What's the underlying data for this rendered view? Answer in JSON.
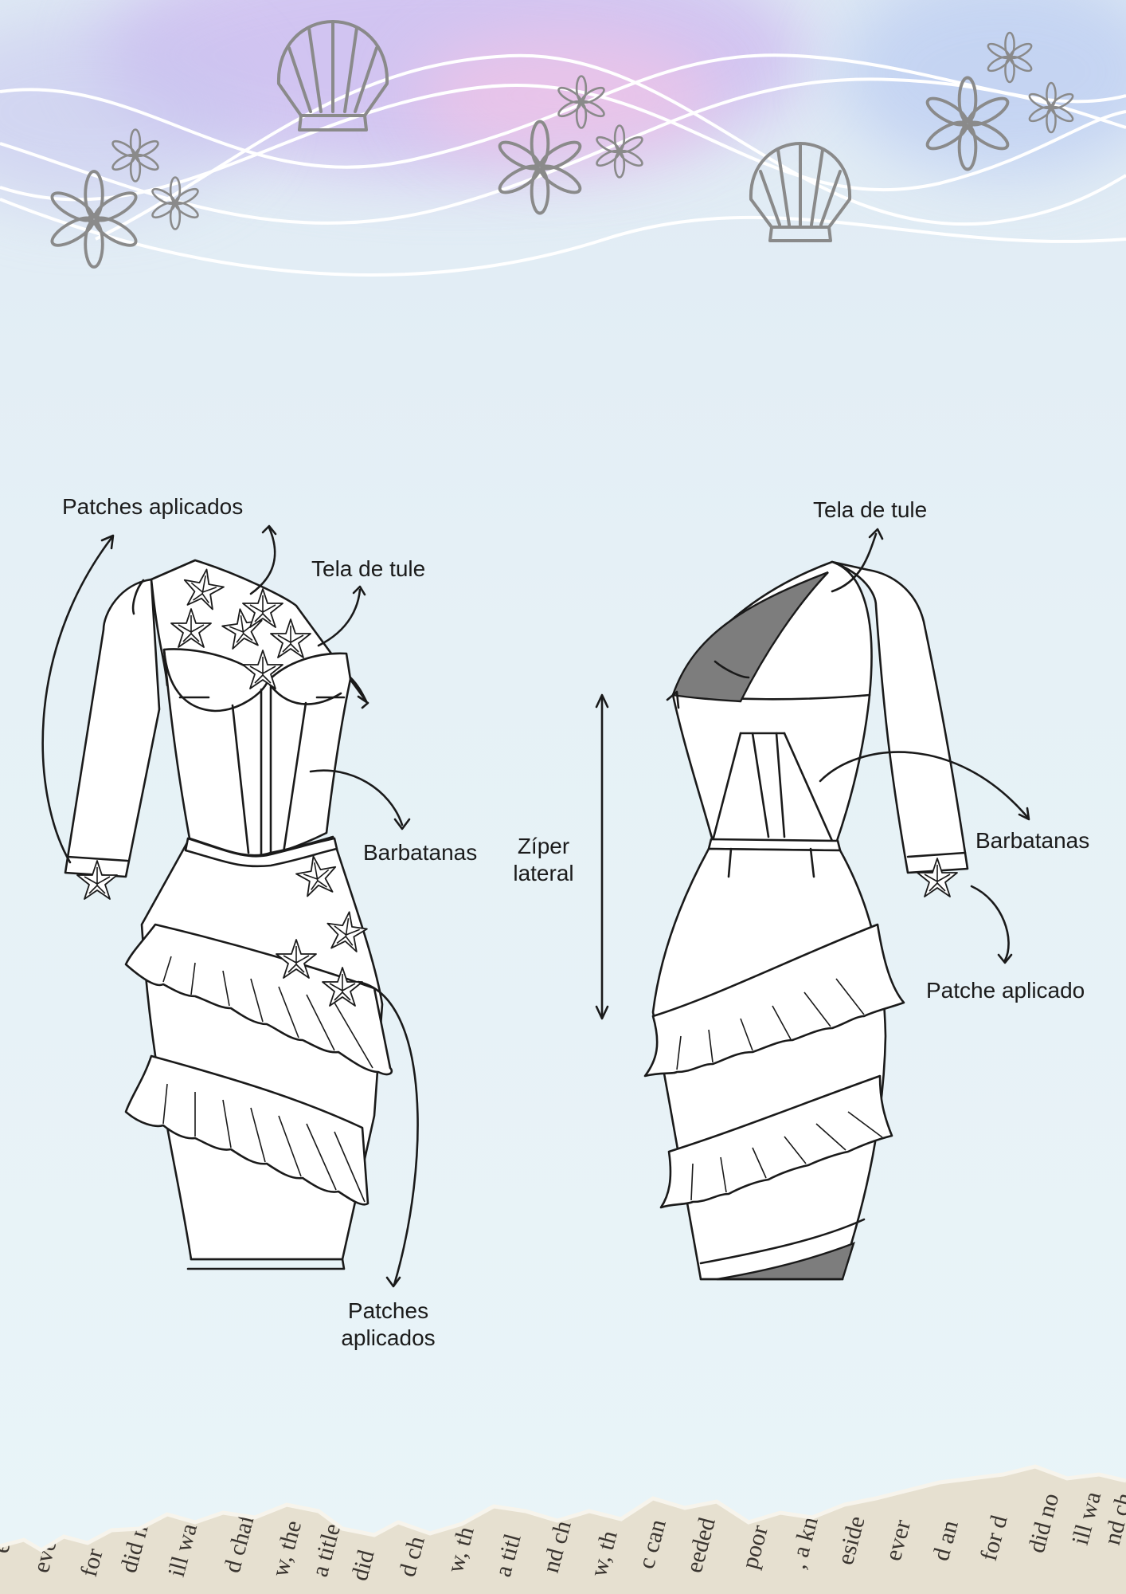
{
  "labels": {
    "front_patches_top": "Patches aplicados",
    "front_tule": "Tela de tule",
    "front_barbatanas": "Barbatanas",
    "front_patches_bottom_1": "Patches",
    "front_patches_bottom_2": "aplicados",
    "ziper_1": "Zíper",
    "ziper_2": "lateral",
    "back_tule": "Tela de tule",
    "back_barbatanas": "Barbatanas",
    "back_patche": "Patche aplicado"
  },
  "colors": {
    "line": "#1a1a1a",
    "decoration_gray": "#8a8a8a",
    "shadow_gray": "#7d7d7d",
    "background": "#e6f1f6",
    "purple_wash": "#c9b6ee",
    "pink_wash": "#f0c6e4",
    "torn_paper": "#e8e2d2"
  },
  "icons": {
    "header": [
      "scallop-shell-icon",
      "daisy-flower-icon",
      "starfish-icon"
    ]
  }
}
